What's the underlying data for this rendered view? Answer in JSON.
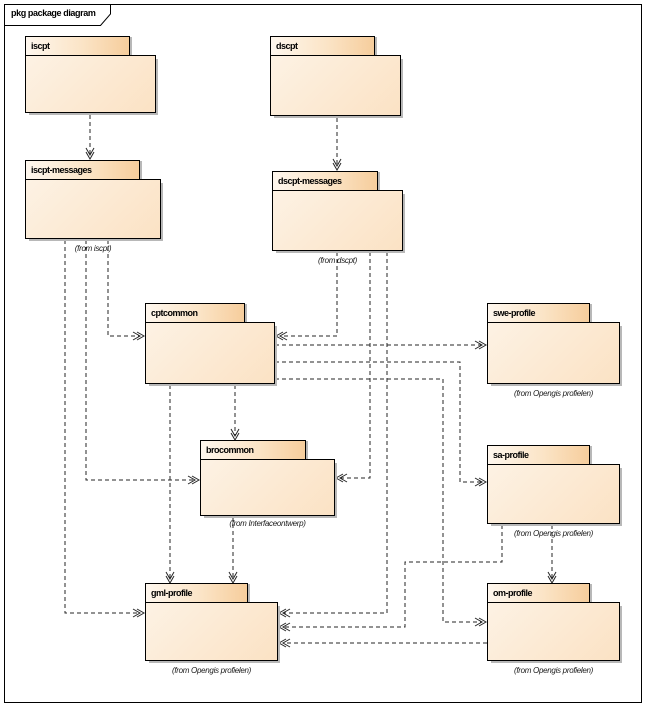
{
  "frame": {
    "title": "pkg package diagram"
  },
  "packages": [
    {
      "id": "iscpt",
      "name": "iscpt",
      "annotation": ""
    },
    {
      "id": "dscpt",
      "name": "dscpt",
      "annotation": ""
    },
    {
      "id": "iscpt-messages",
      "name": "iscpt-messages",
      "annotation": "(from iscpt)"
    },
    {
      "id": "dscpt-messages",
      "name": "dscpt-messages",
      "annotation": "(from dscpt)"
    },
    {
      "id": "cptcommon",
      "name": "cptcommon",
      "annotation": ""
    },
    {
      "id": "swe-profile",
      "name": "swe-profile",
      "annotation": "(from Opengis profielen)"
    },
    {
      "id": "brocommon",
      "name": "brocommon",
      "annotation": "(from Interfaceontwerp)"
    },
    {
      "id": "sa-profile",
      "name": "sa-profile",
      "annotation": "(from Opengis profielen)"
    },
    {
      "id": "gml-profile",
      "name": "gml-profile",
      "annotation": "(from Opengis profielen)"
    },
    {
      "id": "om-profile",
      "name": "om-profile",
      "annotation": "(from Opengis profielen)"
    }
  ],
  "connections": [
    {
      "from": "iscpt",
      "to": "iscpt-messages",
      "type": "dependency"
    },
    {
      "from": "dscpt",
      "to": "dscpt-messages",
      "type": "dependency"
    },
    {
      "from": "iscpt-messages",
      "to": "cptcommon",
      "type": "dependency"
    },
    {
      "from": "iscpt-messages",
      "to": "brocommon",
      "type": "dependency"
    },
    {
      "from": "iscpt-messages",
      "to": "gml-profile",
      "type": "dependency"
    },
    {
      "from": "dscpt-messages",
      "to": "cptcommon",
      "type": "dependency"
    },
    {
      "from": "dscpt-messages",
      "to": "brocommon",
      "type": "dependency"
    },
    {
      "from": "dscpt-messages",
      "to": "gml-profile",
      "type": "dependency"
    },
    {
      "from": "cptcommon",
      "to": "swe-profile",
      "type": "dependency"
    },
    {
      "from": "cptcommon",
      "to": "sa-profile",
      "type": "dependency"
    },
    {
      "from": "cptcommon",
      "to": "om-profile",
      "type": "dependency"
    },
    {
      "from": "cptcommon",
      "to": "brocommon",
      "type": "dependency"
    },
    {
      "from": "cptcommon",
      "to": "gml-profile",
      "type": "dependency"
    },
    {
      "from": "brocommon",
      "to": "gml-profile",
      "type": "dependency"
    },
    {
      "from": "sa-profile",
      "to": "om-profile",
      "type": "dependency"
    },
    {
      "from": "sa-profile",
      "to": "gml-profile",
      "type": "dependency"
    },
    {
      "from": "om-profile",
      "to": "gml-profile",
      "type": "dependency"
    }
  ],
  "colors": {
    "package-tab-start": "#FEF7EE",
    "package-tab-end": "#F6CD9C",
    "package-body-start": "#FDF2E4",
    "package-body-end": "#FBE2C4",
    "border": "#000000",
    "shadow": "#B8B8B8",
    "line": "#262626"
  }
}
